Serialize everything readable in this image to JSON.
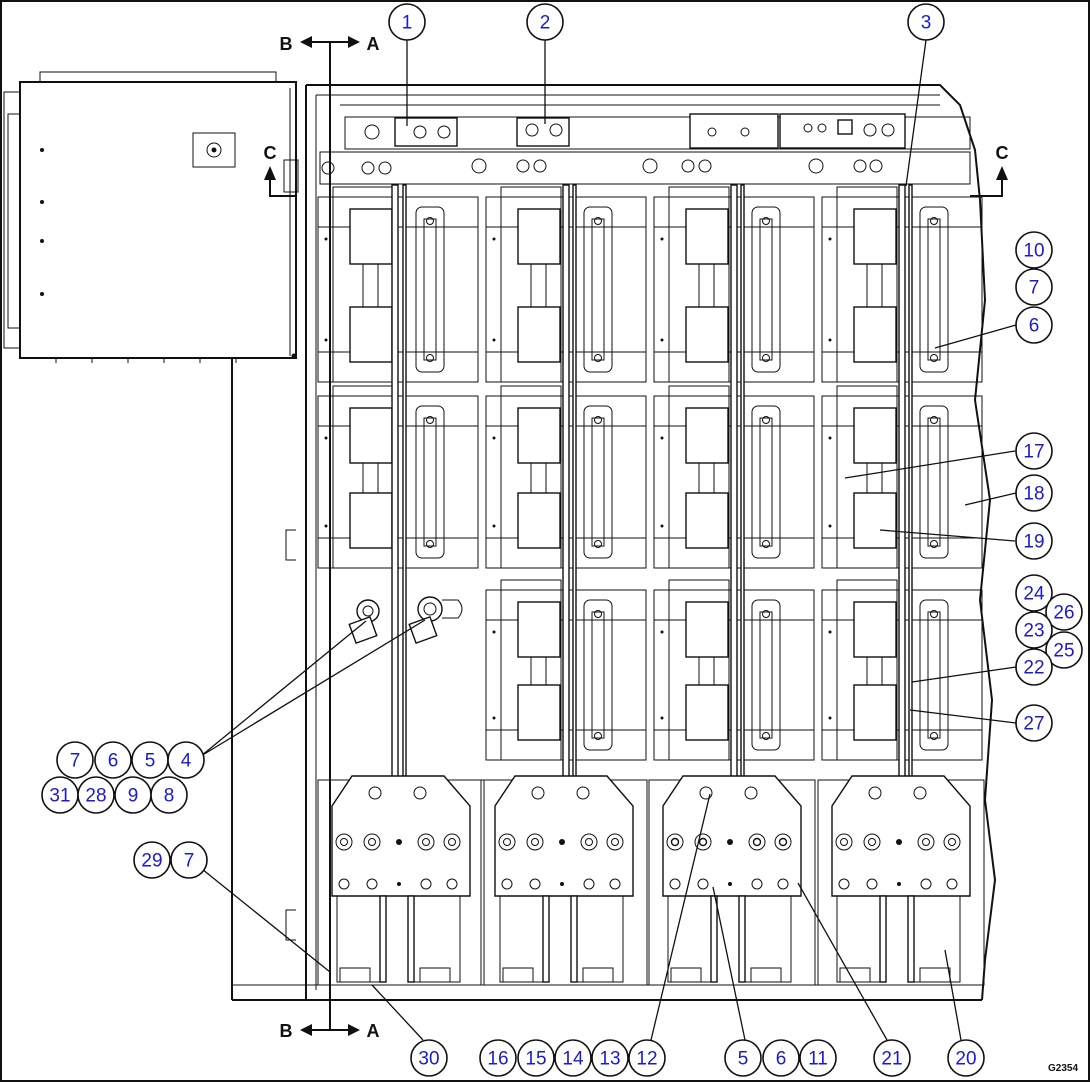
{
  "section_labels": {
    "b": "B",
    "a": "A",
    "c": "C"
  },
  "callouts": [
    {
      "label": "1"
    },
    {
      "label": "2"
    },
    {
      "label": "3"
    },
    {
      "label": "10"
    },
    {
      "label": "7"
    },
    {
      "label": "6"
    },
    {
      "label": "17"
    },
    {
      "label": "18"
    },
    {
      "label": "19"
    },
    {
      "label": "24"
    },
    {
      "label": "26"
    },
    {
      "label": "23"
    },
    {
      "label": "25"
    },
    {
      "label": "22"
    },
    {
      "label": "27"
    },
    {
      "label": "7"
    },
    {
      "label": "6"
    },
    {
      "label": "5"
    },
    {
      "label": "4"
    },
    {
      "label": "31"
    },
    {
      "label": "28"
    },
    {
      "label": "9"
    },
    {
      "label": "8"
    },
    {
      "label": "29"
    },
    {
      "label": "7"
    },
    {
      "label": "30"
    },
    {
      "label": "16"
    },
    {
      "label": "15"
    },
    {
      "label": "14"
    },
    {
      "label": "13"
    },
    {
      "label": "12"
    },
    {
      "label": "5"
    },
    {
      "label": "6"
    },
    {
      "label": "11"
    },
    {
      "label": "21"
    },
    {
      "label": "20"
    }
  ],
  "drawing_code": "G2354"
}
